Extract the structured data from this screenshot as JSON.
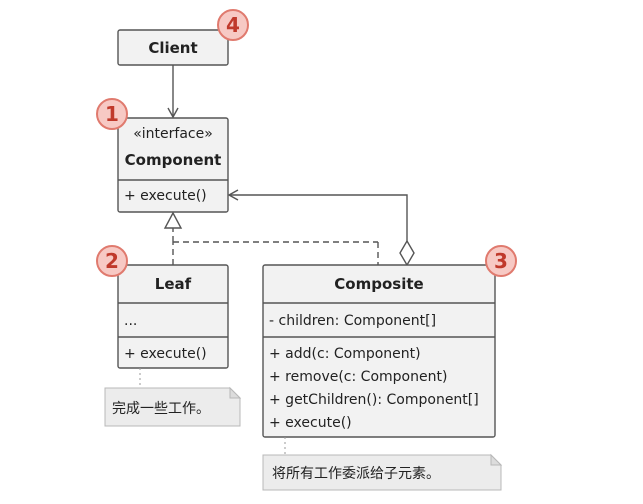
{
  "client": {
    "title": "Client"
  },
  "component": {
    "stereotype": "«interface»",
    "title": "Component",
    "methods": [
      "+ execute()"
    ]
  },
  "leaf": {
    "title": "Leaf",
    "fields": [
      "..."
    ],
    "methods": [
      "+ execute()"
    ]
  },
  "composite": {
    "title": "Composite",
    "fields": [
      "- children: Component[]"
    ],
    "methods": [
      "+ add(c: Component)",
      "+ remove(c: Component)",
      "+ getChildren(): Component[]",
      "+ execute()"
    ]
  },
  "notes": {
    "leaf_note": "完成一些工作。",
    "composite_note": "将所有工作委派给子元素。"
  },
  "badges": [
    "1",
    "2",
    "3",
    "4"
  ],
  "colors": {
    "box_fill": "#f2f2f2",
    "stroke": "#555555",
    "badge_fill": "#f7c9c4",
    "badge_stroke": "#e07a6e",
    "badge_text": "#c0392b",
    "note_fill": "#ececec"
  }
}
